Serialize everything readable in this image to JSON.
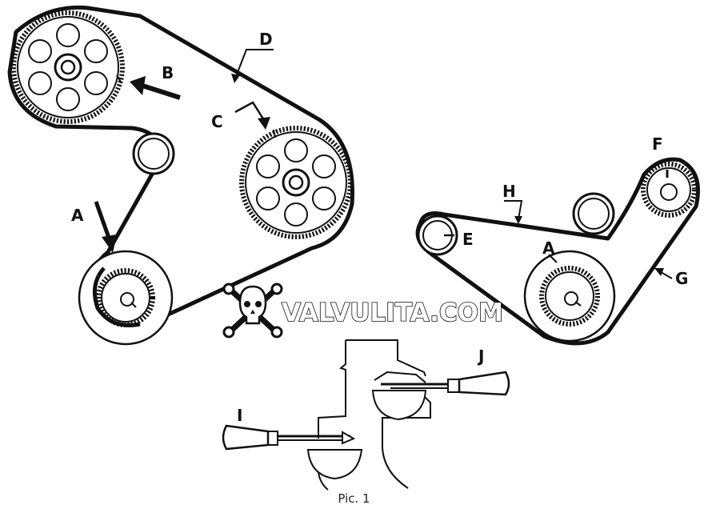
{
  "labels": {
    "A_left": "A",
    "B": "B",
    "C": "C",
    "D": "D",
    "A_right": "A",
    "E": "E",
    "F": "F",
    "G": "G",
    "H": "H",
    "I": "I",
    "J": "J"
  },
  "watermark": "VALVULITA.COM",
  "caption": "Pic. 1",
  "colors": {
    "line": "#111111",
    "background": "#ffffff"
  }
}
